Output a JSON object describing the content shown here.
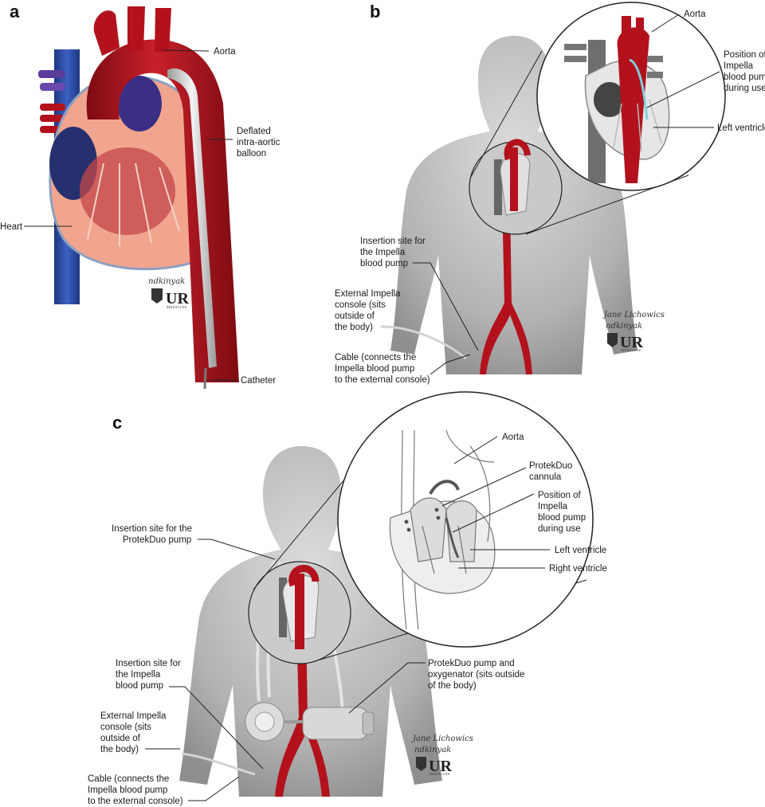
{
  "panels": {
    "a": {
      "letter": "a",
      "labels": {
        "aorta": "Aorta",
        "balloon": [
          "Deflated",
          "intra-aortic",
          "balloon"
        ],
        "heart": "Heart",
        "catheter": "Catheter"
      },
      "signature": "ndkinyak",
      "logo": {
        "text": "UR",
        "sub": "MEDICINE"
      }
    },
    "b": {
      "letter": "b",
      "labels": {
        "aorta": "Aorta",
        "position": [
          "Position of",
          "Impella",
          "blood pump",
          "during use"
        ],
        "left_ventricle": "Left ventricle",
        "insertion": [
          "Insertion site for",
          "the Impella",
          "blood pump"
        ],
        "console": [
          "External Impella",
          "console (sits",
          "outside of",
          "the body)"
        ],
        "cable": [
          "Cable (connects the",
          "Impella blood pump",
          "to the external console)"
        ]
      },
      "signature": [
        "Jane Lichowics",
        "ndkinyak"
      ],
      "logo": {
        "text": "UR",
        "sub": "MEDICINE"
      }
    },
    "c": {
      "letter": "c",
      "labels": {
        "aorta": "Aorta",
        "protek_cannula": [
          "ProtekDuo",
          "cannula"
        ],
        "position": [
          "Position of",
          "Impella",
          "blood pump",
          "during use"
        ],
        "left_ventricle": "Left ventricle",
        "right_ventricle": "Right ventricle",
        "protek_insertion": [
          "Insertion site for the",
          "ProtekDuo pump"
        ],
        "impella_insertion": [
          "Insertion site for",
          "the Impella",
          "blood pump"
        ],
        "protek_pump": [
          "ProtekDuo pump and",
          "oxygenator (sits outside",
          "of the body)"
        ],
        "console": [
          "External Impella",
          "console (sits",
          "outside of",
          "the body)"
        ],
        "cable": [
          "Cable (connects the",
          "Impella blood pump",
          "to the external console)"
        ]
      },
      "signature": [
        "Jane Lichowics",
        "ndkinyak"
      ],
      "logo": {
        "text": "UR",
        "sub": "MEDICINE"
      }
    }
  },
  "colors": {
    "aorta_red": "#b3121c",
    "vein_blue": "#2c4ea8",
    "vein_purple": "#5b3c9b",
    "muscle_pink": "#f1a58e",
    "body_gray": "#b9b9b9"
  }
}
